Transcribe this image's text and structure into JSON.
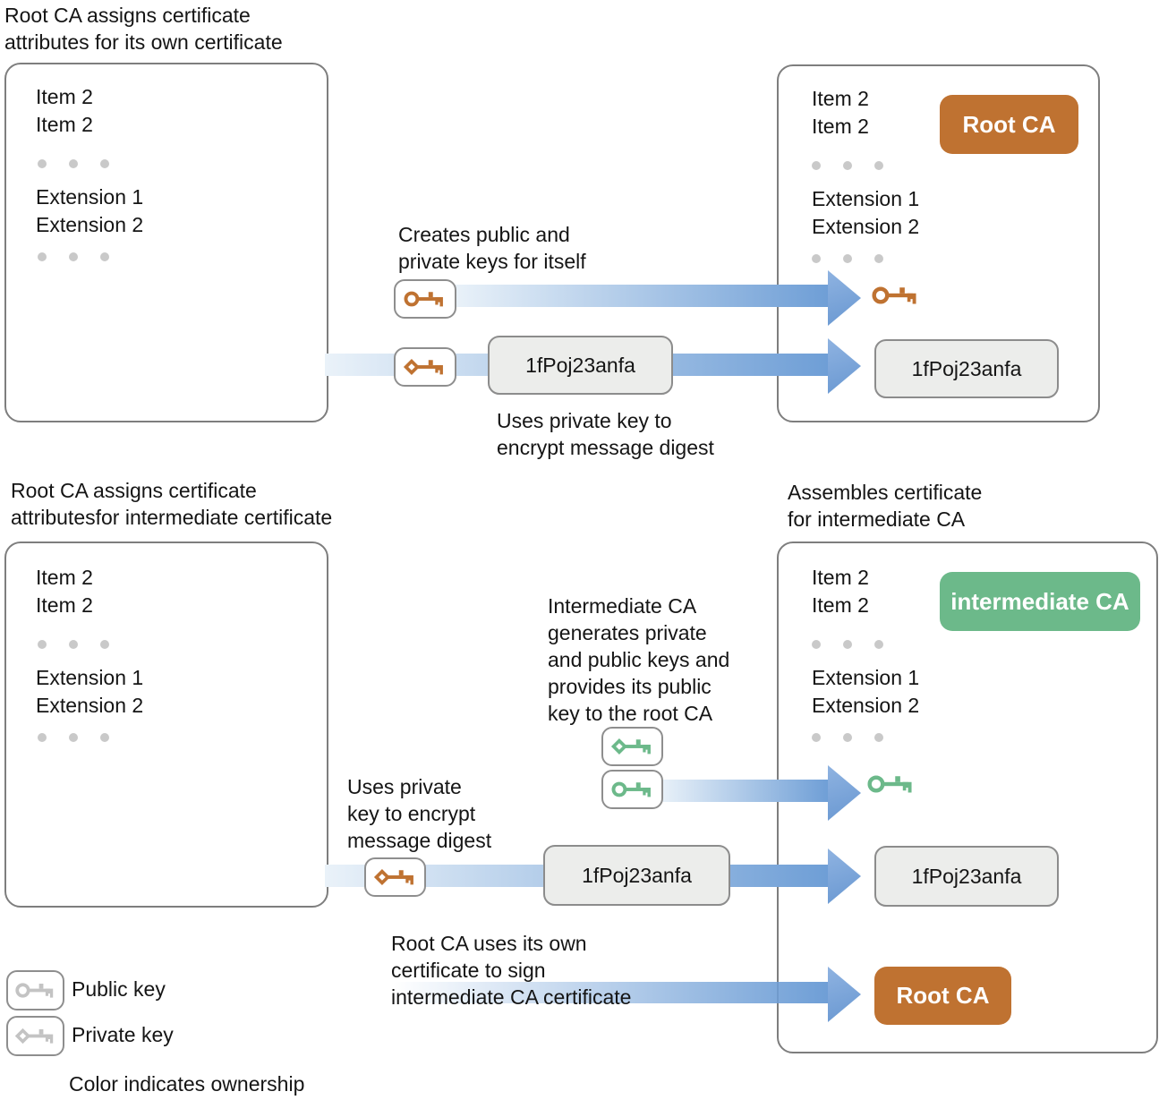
{
  "colors": {
    "orange": "#BF7231",
    "green": "#6CB98A",
    "arrow-blue": "#6E9ED6",
    "arrow-light": "#EAF2F9",
    "box-border": "#7E7E7E",
    "icon-border": "#8E8E8E",
    "gray-box-bg": "#ECEDEB",
    "gray-box-border": "#8C8C8C",
    "dot": "#C9C9C9",
    "key-gray": "#C3C3C3",
    "text": "#151515"
  },
  "headings": {
    "top_left": "Root CA assigns certificate\nattributes for its own certificate",
    "bottom_left": "Root CA assigns certificate\nattributesfor intermediate certificate",
    "bottom_right": "Assembles certificate\nfor intermediate CA"
  },
  "cert_fields": {
    "items": "Item 2\nItem 2",
    "extensions": "Extension 1\nExtension 2"
  },
  "badges": {
    "root_ca": "Root CA",
    "intermediate_ca": "intermediate CA"
  },
  "digest": "1fPoj23anfa",
  "annotations": {
    "creates_keys": "Creates public and\nprivate keys for itself",
    "uses_private_key_top": "Uses private key to\nencrypt message digest",
    "intermediate_generates": "Intermediate CA\ngenerates private\nand public keys and\nprovides its public\nkey to the root CA",
    "uses_private_key_bottom": "Uses private\nkey to encrypt\nmessage digest",
    "root_signs": "Root CA uses its own\ncertificate to sign\nintermediate CA certificate"
  },
  "legend": {
    "public_key": "Public key",
    "private_key": "Private key",
    "note": "Color indicates ownership"
  },
  "icons": {
    "public_key": "public-key-icon",
    "private_key": "private-key-icon"
  }
}
